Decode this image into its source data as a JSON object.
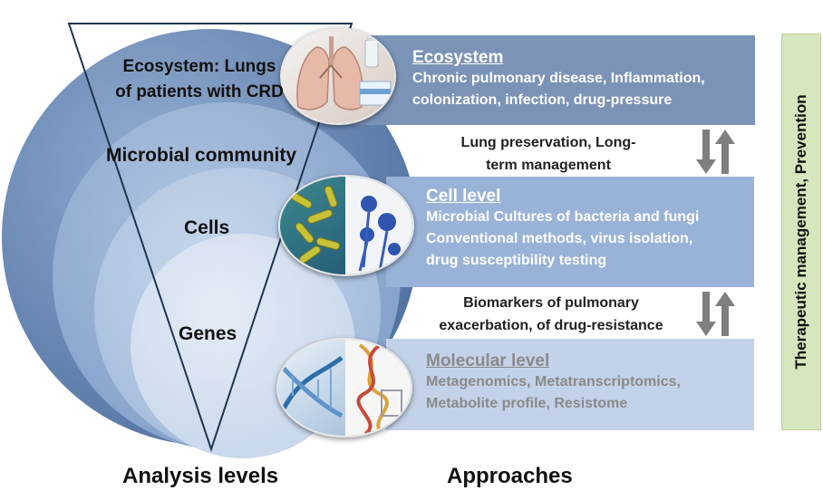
{
  "levels": {
    "ecosystem_line1": "Ecosystem: Lungs",
    "ecosystem_line2": "of patients with CRD",
    "microbial": "Microbial community",
    "cells": "Cells",
    "genes": "Genes",
    "footer": "Analysis levels"
  },
  "approaches": {
    "footer": "Approaches",
    "ecosystem": {
      "title": "Ecosystem",
      "lines": [
        "Chronic pulmonary disease,  Inflammation,",
        "colonization, infection, drug-pressure"
      ]
    },
    "cell": {
      "title": "Cell level",
      "lines": [
        "Microbial Cultures of bacteria and fungi",
        "Conventional methods, virus isolation,",
        "drug susceptibility  testing"
      ]
    },
    "molecular": {
      "title": "Molecular level",
      "lines": [
        "Metagenomics, Metatranscriptomics,",
        "Metabolite profile, Resistome"
      ]
    }
  },
  "connectors": {
    "first": [
      "Lung preservation, Long-",
      "term management"
    ],
    "second": [
      "Biomarkers of pulmonary",
      "exacerbation, of drug-resistance"
    ]
  },
  "side_label": "Therapeutic management, Prevention",
  "icons": {
    "lungs": "lungs-illustration-icon",
    "microbes": "microbes-micrograph-icon",
    "dna": "dna-helix-icon"
  },
  "colors": {
    "ecosystem_box": "#7b93b7",
    "cell_box": "#99b3d8",
    "molecular_box": "#c3d2e8",
    "side_box": "#d6e6bd",
    "arrow": "#7f7f7f"
  }
}
